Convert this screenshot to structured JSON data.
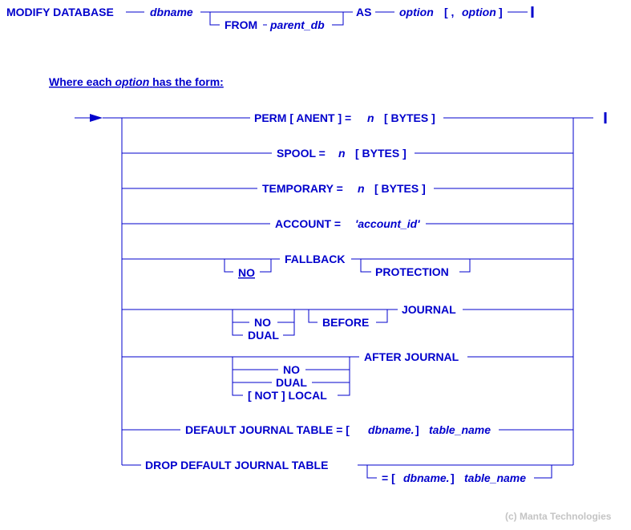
{
  "syntax": {
    "main": {
      "modify_database": "MODIFY DATABASE",
      "dbname": "dbname",
      "from": "FROM",
      "parent_db": "parent_db",
      "as": "AS",
      "option": "option",
      "list_open": "[ ,",
      "option2": "option",
      "list_close": "]"
    },
    "where": {
      "prefix": "Where each",
      "option": "option",
      "suffix": "has the form:"
    },
    "options": {
      "perm": "PERM [ ANENT ] =",
      "perm_n": "n",
      "perm_bytes": "[ BYTES ]",
      "spool": "SPOOL =",
      "spool_n": "n",
      "spool_bytes": "[ BYTES ]",
      "temporary": "TEMPORARY =",
      "temporary_n": "n",
      "temporary_bytes": "[ BYTES ]",
      "account": "ACCOUNT =",
      "account_id": "'account_id'",
      "fallback_no": "NO",
      "fallback": "FALLBACK",
      "protection": "PROTECTION",
      "before_no": "NO",
      "before_dual": "DUAL",
      "before": "BEFORE",
      "journal": "JOURNAL",
      "after_no": "NO",
      "after_dual": "DUAL",
      "after_local": "[ NOT ]  LOCAL",
      "after_journal": "AFTER JOURNAL",
      "default_journal_table": "DEFAULT JOURNAL TABLE  =  [",
      "default_dbname": "dbname.",
      "default_close": "]",
      "default_table_name": "table_name",
      "drop_default": "DROP DEFAULT JOURNAL TABLE",
      "drop_eq": "=  [",
      "drop_dbname": "dbname.",
      "drop_close": "]",
      "drop_table_name": "table_name"
    }
  },
  "copyright": "(c) Manta Technologies",
  "colors": {
    "ink": "#0000cc",
    "copyright": "#c4c4c4",
    "background": "#ffffff"
  }
}
